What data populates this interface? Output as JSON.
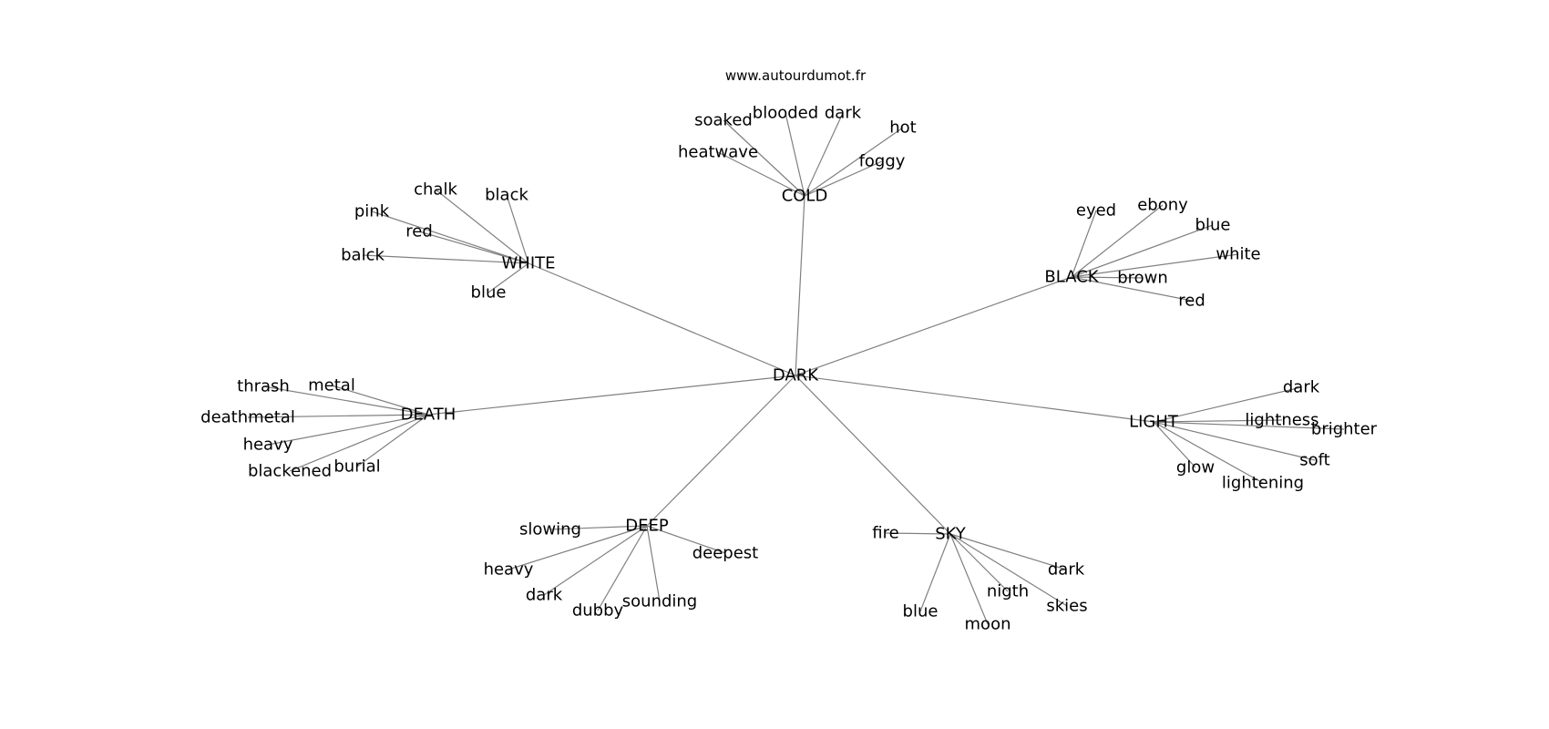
{
  "watermark": "www.autourdumot.fr",
  "graph": {
    "center": "DARK",
    "clusters": [
      {
        "hub": "COLD",
        "words": [
          "soaked",
          "blooded",
          "dark",
          "hot",
          "heatwave",
          "foggy"
        ]
      },
      {
        "hub": "WHITE",
        "words": [
          "chalk",
          "black",
          "pink",
          "red",
          "balck",
          "blue"
        ]
      },
      {
        "hub": "BLACK",
        "words": [
          "eyed",
          "ebony",
          "blue",
          "white",
          "brown",
          "red"
        ]
      },
      {
        "hub": "DEATH",
        "words": [
          "thrash",
          "metal",
          "deathmetal",
          "heavy",
          "blackened",
          "burial"
        ]
      },
      {
        "hub": "LIGHT",
        "words": [
          "dark",
          "lightness",
          "brighter",
          "soft",
          "glow",
          "lightening"
        ]
      },
      {
        "hub": "DEEP",
        "words": [
          "slowing",
          "deepest",
          "heavy",
          "dark",
          "dubby",
          "sounding"
        ]
      },
      {
        "hub": "SKY",
        "words": [
          "fire",
          "dark",
          "nigth",
          "skies",
          "blue",
          "moon"
        ]
      }
    ]
  }
}
